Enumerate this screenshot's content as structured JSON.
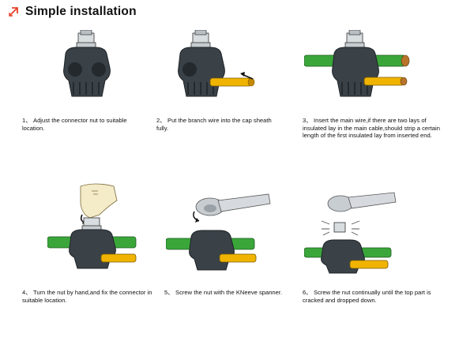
{
  "header": {
    "title": "Simple installation",
    "icon": "diagonal-arrow-icon",
    "accent_color": "#e8402a"
  },
  "steps": [
    {
      "num": "1、",
      "text": "Adjust the connector nut to suitable location."
    },
    {
      "num": "2、",
      "text": "Put the branch wire into the cap sheath fully."
    },
    {
      "num": "3、",
      "text": "Insert the main wire,if there are two lays of insulated lay in the main cable,should strip a certain length of the first insulated lay from inserted end."
    },
    {
      "num": "4、",
      "text": "Turn the nut by hand,and fix the connector in suitable location."
    },
    {
      "num": "5、",
      "text": "Screw the nut with the KNeeve spanner."
    },
    {
      "num": "6、",
      "text": "Screw the nut continually until the top part is cracked and dropped down."
    }
  ],
  "colors": {
    "connector": "#3a4248",
    "main_wire": "#3aa63a",
    "branch_wire": "#f0b400",
    "spanner": "#c8cdd2"
  }
}
